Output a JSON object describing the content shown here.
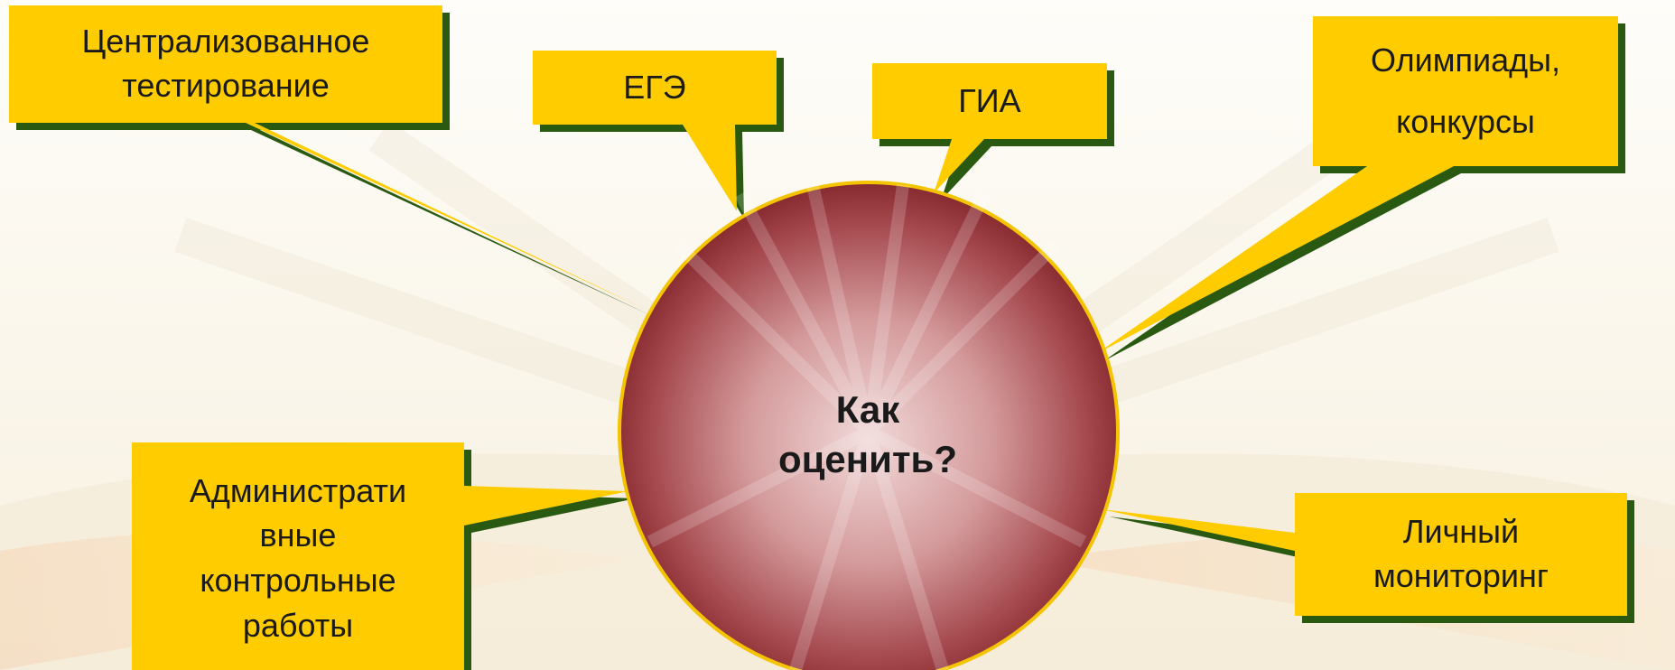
{
  "colors": {
    "box_fill": "#ffcc00",
    "box_shadow": "#2a5a12",
    "circle_inner": "#f2d6d6",
    "circle_outer": "#7a1d22",
    "circle_border": "#f5c400"
  },
  "center": {
    "line1": "Как",
    "line2": "оценить?"
  },
  "callouts": {
    "centralized_testing": {
      "line1": "Централизованное",
      "line2": "тестирование"
    },
    "ege": {
      "label": "ЕГЭ"
    },
    "gia": {
      "label": "ГИА"
    },
    "olympiads": {
      "line1": "Олимпиады,",
      "line2": "конкурсы"
    },
    "admin_tests": {
      "line1": "Администрати",
      "line2": "вные",
      "line3": "контрольные",
      "line4": "работы"
    },
    "personal_monitoring": {
      "line1": "Личный",
      "line2": "мониторинг"
    }
  }
}
